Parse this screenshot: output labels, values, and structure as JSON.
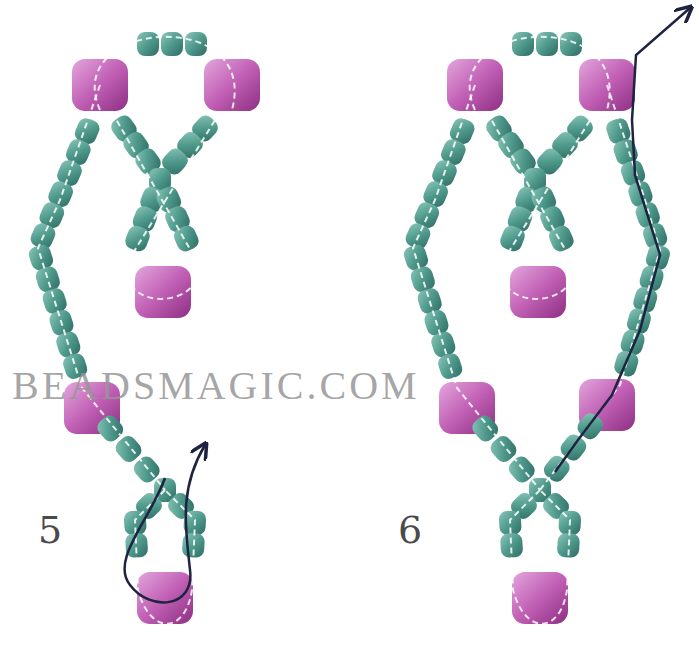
{
  "diagram": {
    "labels": [
      "5",
      "6",
      "BEADSMAGIC.COM"
    ]
  }
}
